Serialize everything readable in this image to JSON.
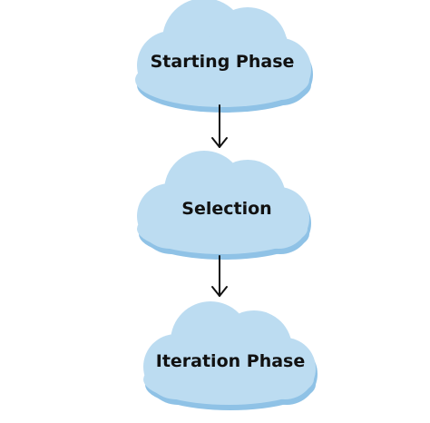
{
  "diagram": {
    "nodes": [
      {
        "label": "Starting Phase"
      },
      {
        "label": "Selection"
      },
      {
        "label": "Iteration Phase"
      }
    ],
    "colors": {
      "cloud_fill": "#bcdcf1",
      "cloud_shadow": "#8fc2e6",
      "arrow": "#111111",
      "text": "#111111"
    }
  }
}
